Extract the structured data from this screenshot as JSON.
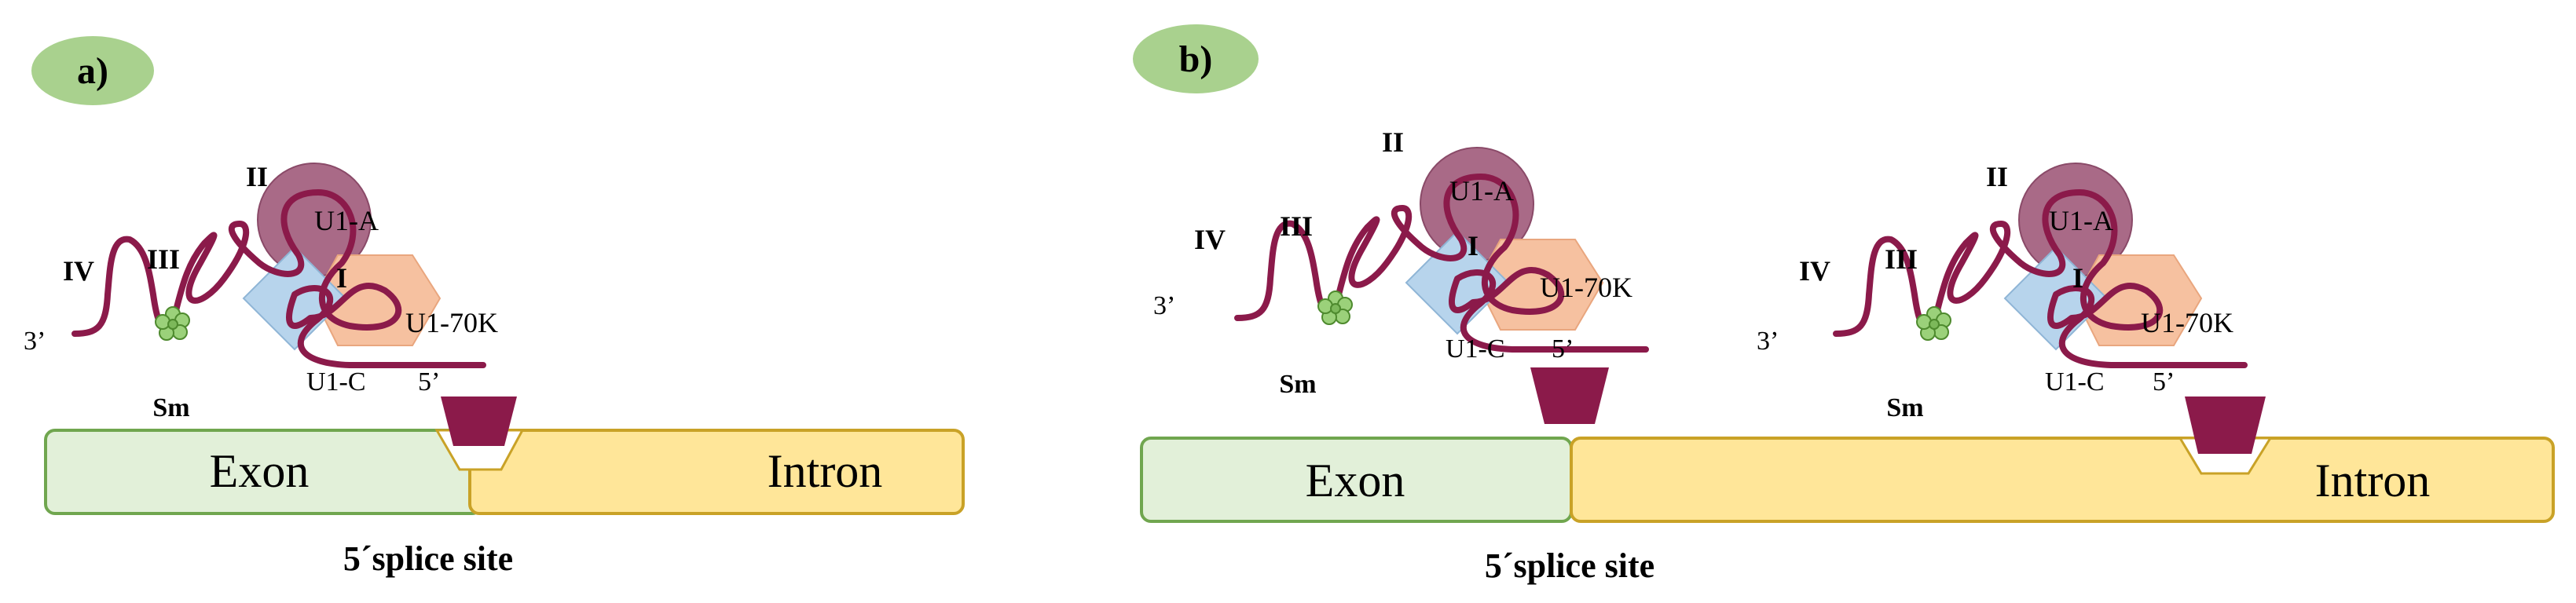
{
  "panel_a": {
    "label": "a)",
    "stem_loops": {
      "I": "I",
      "II": "II",
      "III": "III",
      "IV": "IV"
    },
    "proteins": {
      "u1a": "U1-A",
      "u170k": "U1-70K",
      "u1c": "U1-C",
      "sm": "Sm"
    },
    "ends": {
      "three_prime": "3’",
      "five_prime": "5’"
    },
    "exon": "Exon",
    "intron": "Intron",
    "caption": "5´splice site"
  },
  "panel_b": {
    "label": "b)",
    "left_complex": {
      "stem_loops": {
        "I": "I",
        "II": "II",
        "III": "III",
        "IV": "IV"
      },
      "proteins": {
        "u1a": "U1-A",
        "u170k": "U1-70K",
        "u1c": "U1-C",
        "sm": "Sm"
      },
      "ends": {
        "three_prime": "3’",
        "five_prime": "5’"
      }
    },
    "right_complex": {
      "stem_loops": {
        "I": "I",
        "II": "II",
        "III": "III",
        "IV": "IV"
      },
      "proteins": {
        "u1a": "U1-A",
        "u170k": "U1-70K",
        "u1c": "U1-C",
        "sm": "Sm"
      },
      "ends": {
        "three_prime": "3’",
        "five_prime": "5’"
      }
    },
    "exon": "Exon",
    "intron": "Intron",
    "caption": "5´splice site"
  },
  "colors": {
    "rna": "#8B1A4A",
    "u1a_fill": "#A05A7A",
    "u170k_fill": "#F6C1A0",
    "u1c_fill": "#B7D4EC",
    "sm_fill": "#9BD17A",
    "exon_fill": "#E2F0D9",
    "exon_stroke": "#70A64F",
    "intron_fill": "#FFE699",
    "intron_stroke": "#C9A227",
    "label_bubble": "#A9D18E",
    "splice_marker": "#8B1A4A"
  }
}
